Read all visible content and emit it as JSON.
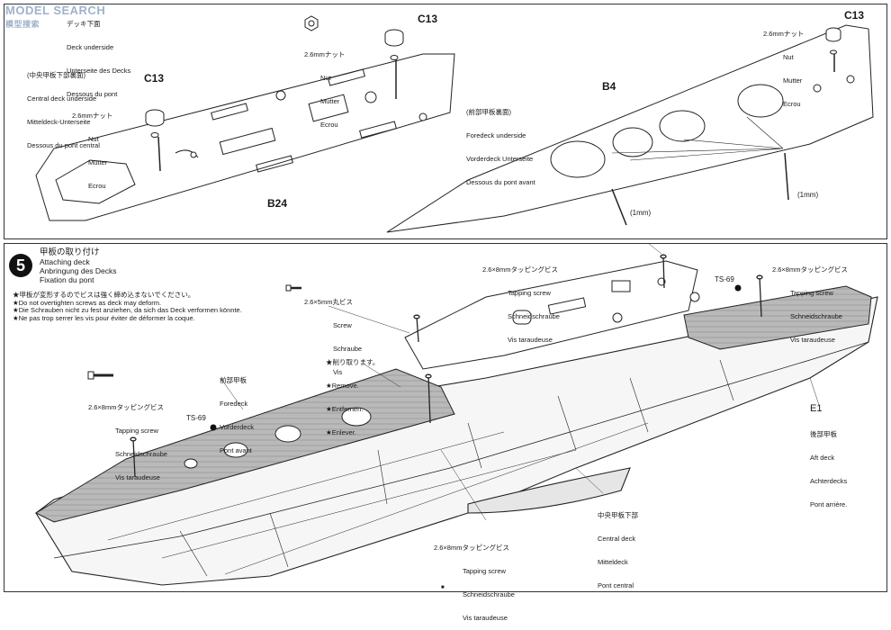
{
  "watermark": {
    "logo_text": "MODEL SEARCH",
    "small_text": "模型搜索"
  },
  "top": {
    "deck_underside_top_left": [
      "デッキ下面",
      "Deck underside",
      "Unterseite des Decks",
      "Dessous du pont"
    ],
    "central_underside": [
      "(中央甲板下部裏面)",
      "Central deck underside",
      "Mitteldeck-Unterseite",
      "Dessous du pont central"
    ],
    "nut_left": [
      "2.6mmナット",
      "Nut",
      "Mutter",
      "Ecrou"
    ],
    "nut_mid": [
      "2.6mmナット",
      "Nut",
      "Mutter",
      "Ecrou"
    ],
    "nut_right": [
      "2.6mmナット",
      "Nut",
      "Mutter",
      "Ecrou"
    ],
    "foredeck_underside": [
      "(前部甲板裏面)",
      "Foredeck underside",
      "Vorderdeck Unterseite",
      "Dessous du pont avant"
    ],
    "part_c13_a": "C13",
    "part_c13_b": "C13",
    "part_c13_c": "C13",
    "part_b24": "B24",
    "part_b4": "B4",
    "dim_1mm_a": "(1mm)",
    "dim_1mm_b": "(1mm)"
  },
  "step5": {
    "number": "5",
    "title": [
      "甲板の取り付け",
      "Attaching deck",
      "Anbringung des Decks",
      "Fixation du pont"
    ],
    "notes": [
      "★甲板が変形するのでビスは強く締め込まないでください。",
      "★Do not overtighten screws as deck may deform.",
      "★Die Schrauben nicht zu fest anziehen, da sich das Deck verformen könnte.",
      "★Ne pas trop serrer les vis pour éviter de déformer la coque."
    ],
    "screw_5mm": [
      "2.6×5mm丸ビス",
      "Screw",
      "Schraube",
      "Vis"
    ],
    "tap_left": [
      "2.6×8mmタッピングビス",
      "Tapping screw",
      "Schneidschraube",
      "Vis taraudeuse"
    ],
    "tap_top": [
      "2.6×8mmタッピングビス",
      "Tapping screw",
      "Schneidschraube",
      "Vis taraudeuse"
    ],
    "tap_right": [
      "2.6×8mmタッピングビス",
      "Tapping screw",
      "Schneidschraube",
      "Vis taraudeuse"
    ],
    "tap_bottom": [
      "2.6×8mmタッピングビス",
      "Tapping screw",
      "Schneidschraube",
      "Vis taraudeuse"
    ],
    "remove": [
      "★削り取ります。",
      "★Remove.",
      "★Entfernen.",
      "★Enlever."
    ],
    "foredeck": [
      "前部甲板",
      "Foredeck",
      "Vorderdeck",
      "Pont avant"
    ],
    "central_deck": [
      "中央甲板下部",
      "Central deck",
      "Mitteldeck",
      "Pont central"
    ],
    "aft_deck": [
      "後部甲板",
      "Aft deck",
      "Achterdecks",
      "Pont arrière."
    ],
    "part_e1": "E1",
    "ts69_left": "TS-69",
    "ts69_right": "TS-69",
    "footer_mark": "■"
  }
}
